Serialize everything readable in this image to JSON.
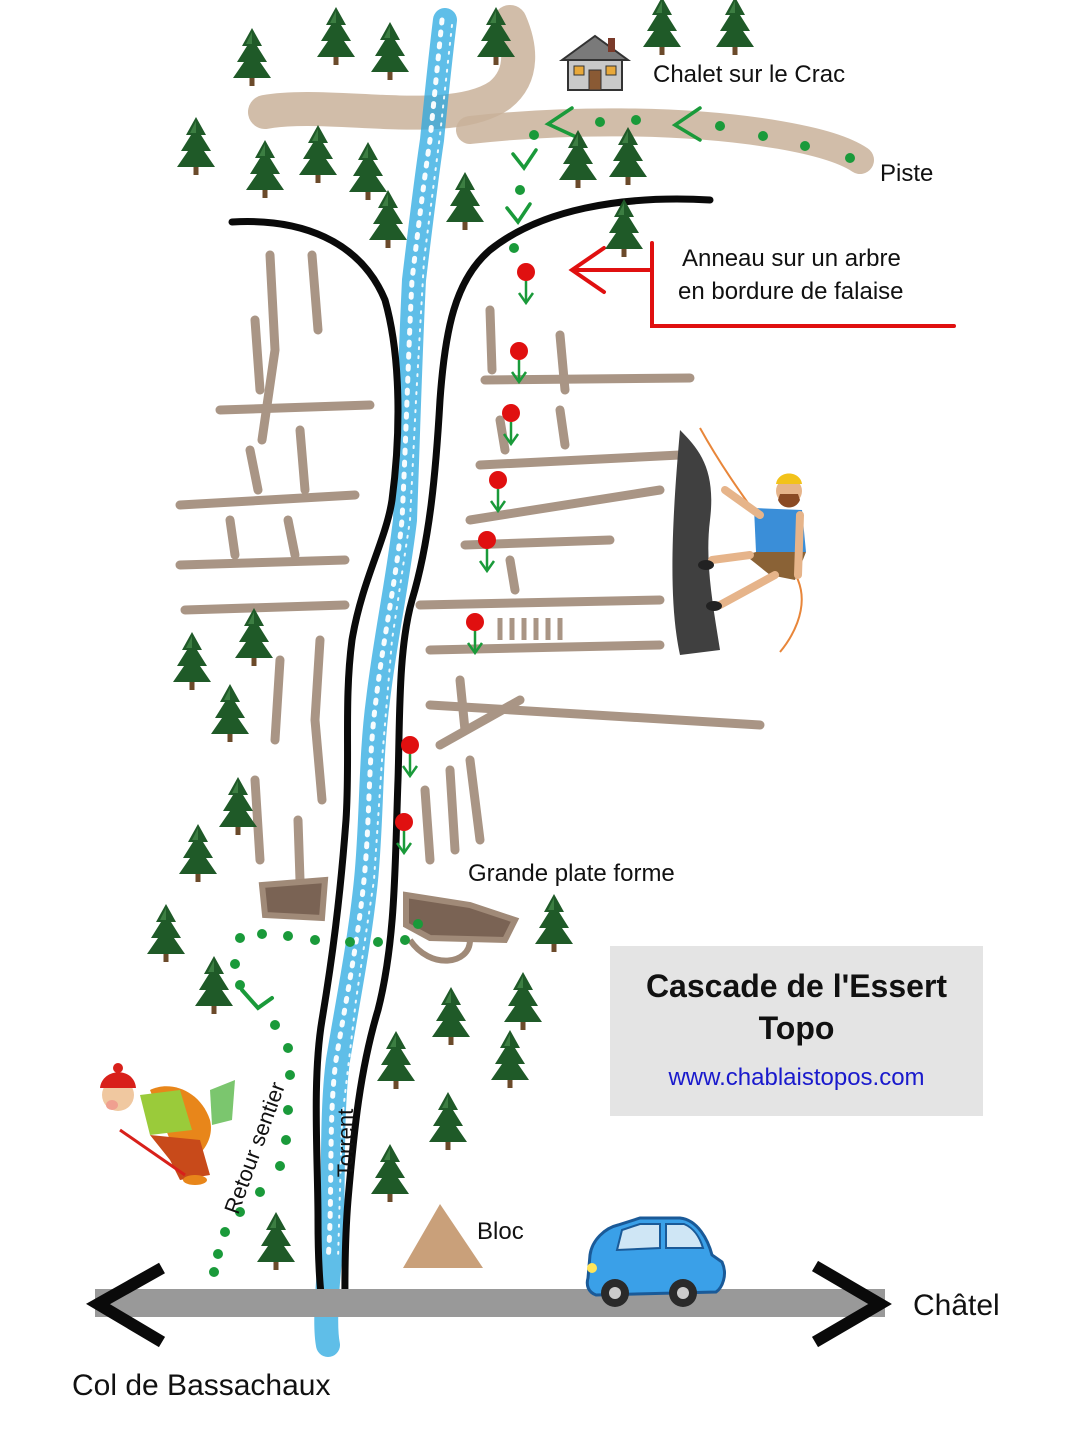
{
  "map": {
    "title_line1": "Cascade de l'Essert",
    "title_line2": "Topo",
    "website": "www.chablaistopos.com",
    "labels": {
      "chalet": "Chalet sur le Crac",
      "piste": "Piste",
      "anchor_line1": "Anneau sur un arbre",
      "anchor_line2": "en bordure de falaise",
      "platform": "Grande plate forme",
      "return_path": "Retour sentier",
      "torrent": "Torrent",
      "boulder": "Bloc",
      "chatel": "Châtel",
      "col": "Col de Bassachaux"
    },
    "icons": [
      "chalet-icon",
      "tree-icon",
      "climber-icon",
      "hiker-icon",
      "car-icon",
      "boulder-icon",
      "rappel-anchor-icon",
      "direction-arrow-icon"
    ],
    "colors": {
      "waterfall": "#2aa8e0",
      "cliff": "#a08a78",
      "path_dots": "#1a9a3a",
      "anchor": "#e01010",
      "road": "#999999",
      "tree": "#1f5a28",
      "car": "#3aa0e8",
      "boulder": "#c9a07a"
    },
    "rappel_anchor_count": 8
  }
}
